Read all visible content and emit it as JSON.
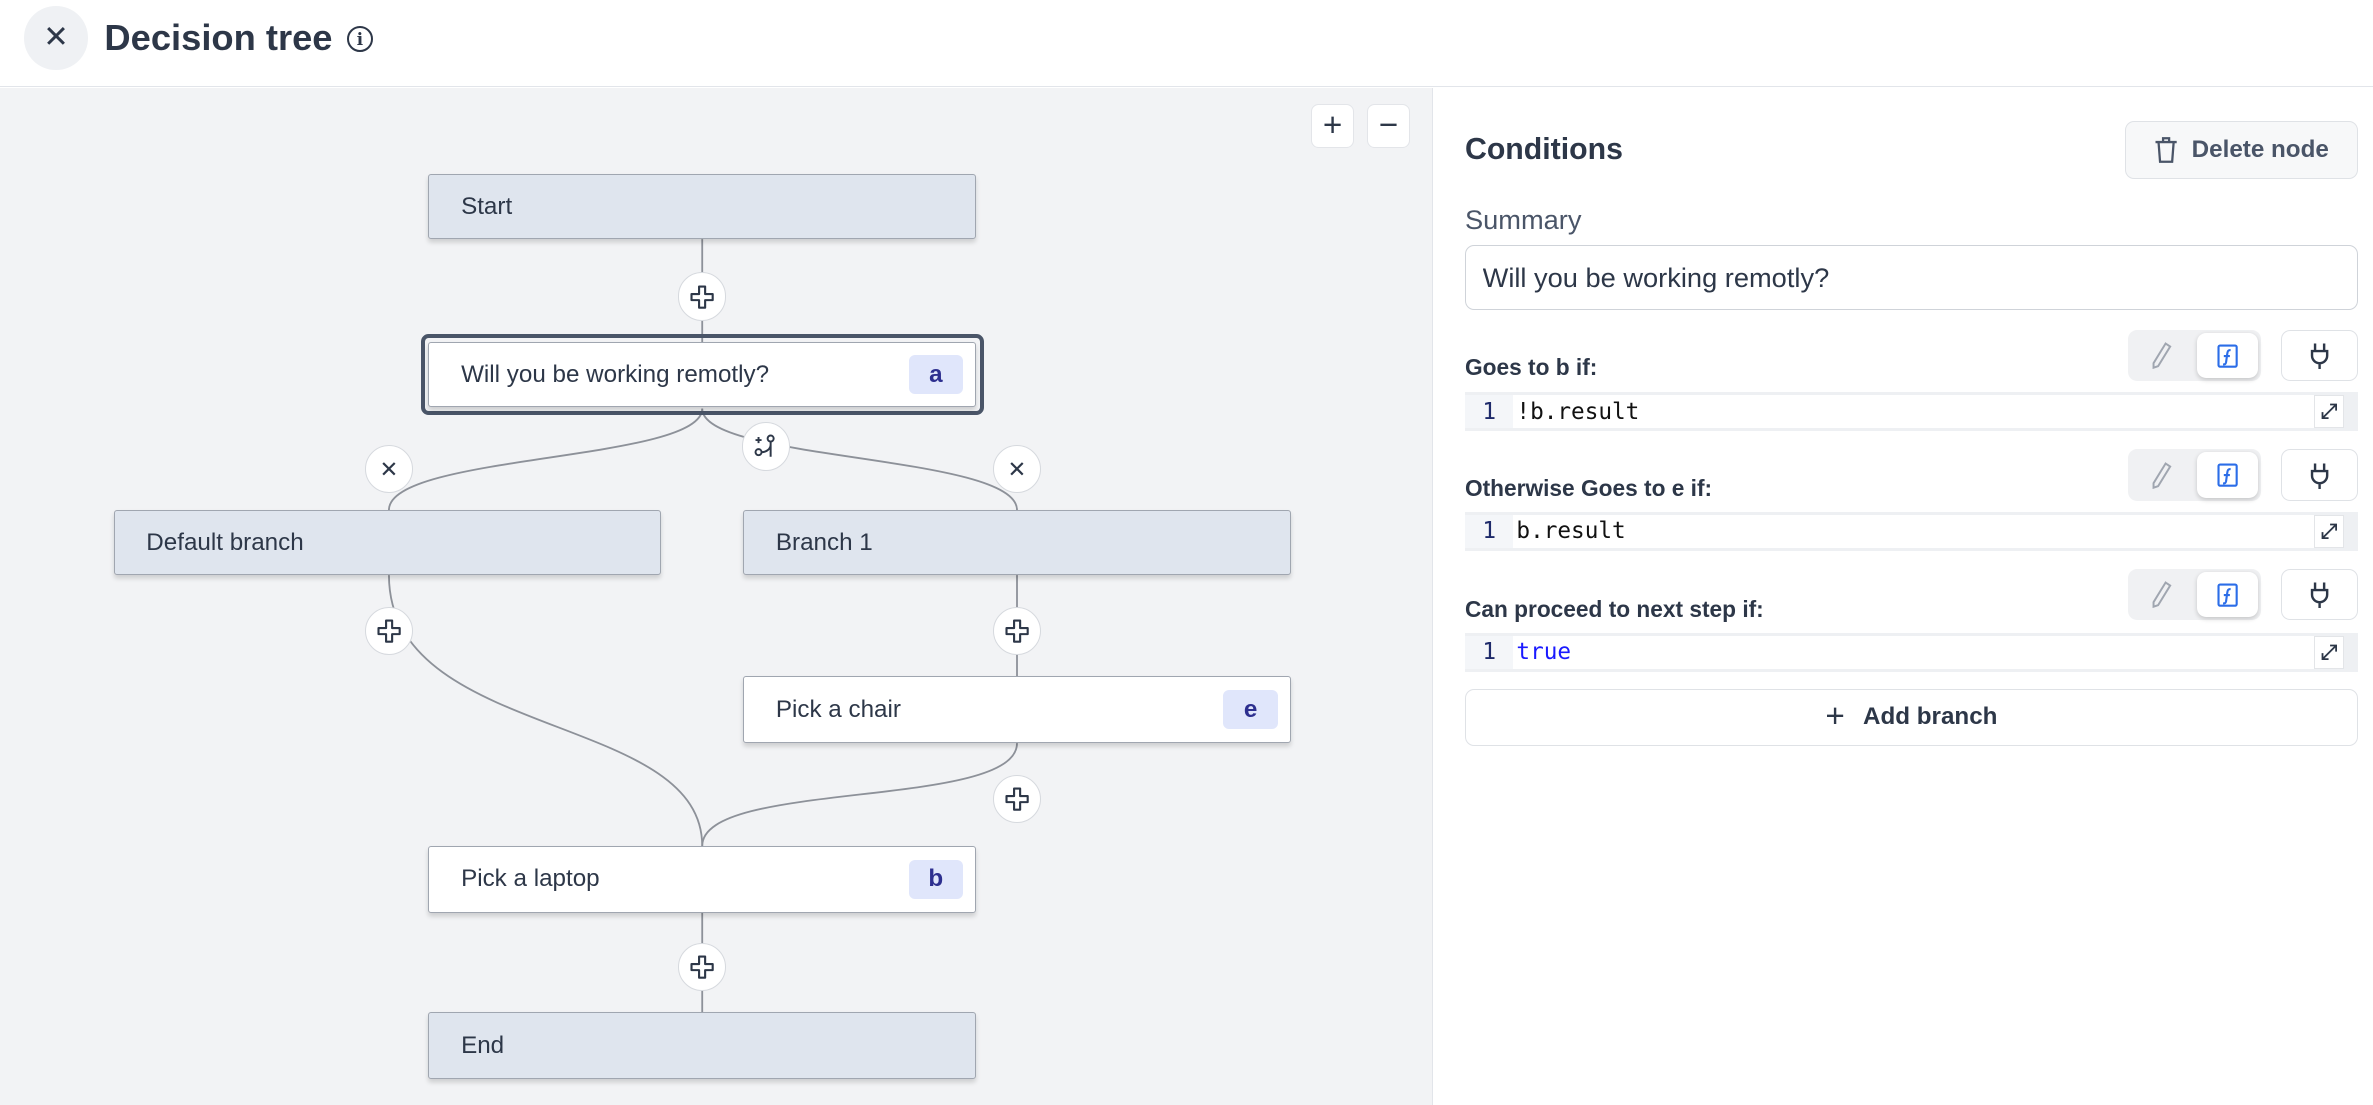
{
  "header": {
    "title": "Decision tree",
    "close_icon": "close-icon",
    "info_icon": "info-icon"
  },
  "canvas": {
    "zoom_in_label": "+",
    "zoom_out_label": "−",
    "nodes": {
      "start": {
        "label": "Start"
      },
      "question": {
        "label": "Will you be working remotly?",
        "badge": "a",
        "selected": true
      },
      "default_branch": {
        "label": "Default branch"
      },
      "branch_1": {
        "label": "Branch 1"
      },
      "pick_chair": {
        "label": "Pick a chair",
        "badge": "e"
      },
      "pick_laptop": {
        "label": "Pick a laptop",
        "badge": "b"
      },
      "end": {
        "label": "End"
      }
    }
  },
  "panel": {
    "title": "Conditions",
    "delete_label": "Delete node",
    "summary_label": "Summary",
    "summary_value": "Will you be working remotly?",
    "conditions": [
      {
        "label": "Goes to b if:",
        "line": "1",
        "code": "!b.result",
        "mode": "function"
      },
      {
        "label": "Otherwise Goes to e if:",
        "line": "1",
        "code": "b.result",
        "mode": "function"
      },
      {
        "label": "Can proceed to next step if:",
        "line": "1",
        "code": "true",
        "mode": "function"
      }
    ],
    "add_branch_label": "Add branch"
  },
  "colors": {
    "accent": "#2b6de8",
    "node_gray": "#dfe5ee",
    "badge_bg": "#e0e6fb",
    "canvas_bg": "#f2f3f5"
  }
}
